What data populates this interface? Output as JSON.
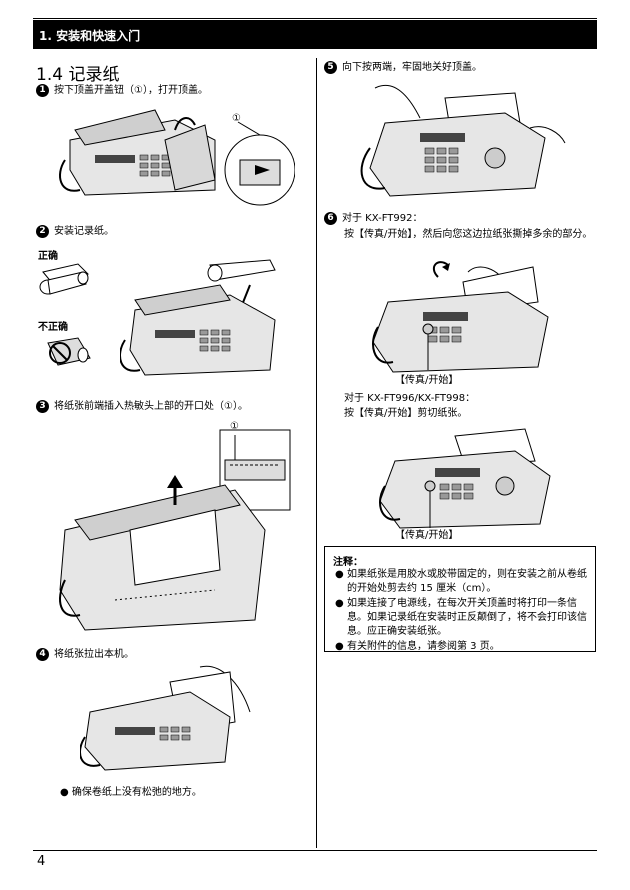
{
  "header": {
    "chapter_title": "1. 安装和快速入门"
  },
  "section": {
    "title": "1.4 记录纸"
  },
  "left": {
    "step1": {
      "num": "1",
      "text": "按下顶盖开盖钮（①），打开顶盖。",
      "callout": "①"
    },
    "step2": {
      "num": "2",
      "text": "安装记录纸。",
      "correct_label": "正确",
      "incorrect_label": "不正确"
    },
    "step3": {
      "num": "3",
      "text": "将纸张前端插入热敏头上部的开口处（①）。",
      "callout": "①"
    },
    "step4": {
      "num": "4",
      "text": "将纸张拉出本机。",
      "bullet": "确保卷纸上没有松弛的地方。"
    }
  },
  "right": {
    "step5": {
      "num": "5",
      "text": "向下按两端，牢固地关好顶盖。"
    },
    "step6": {
      "num": "6",
      "model1": "对于 KX-FT992：",
      "instr1": "按【传真/开始】，然后向您这边拉纸张撕掉多余的部分。",
      "button_label1": "【传真/开始】",
      "model2": "对于 KX-FT996/KX-FT998：",
      "instr2": "按【传真/开始】剪切纸张。",
      "button_label2": "【传真/开始】"
    },
    "note": {
      "title": "注释：",
      "items": [
        "如果纸张是用胶水或胶带固定的，则在安装之前从卷纸的开始处剪去约 15 厘米（cm）。",
        "如果连接了电源线，在每次开关顶盖时将打印一条信息。如果记录纸在安装时正反颠倒了，将不会打印该信息。应正确安装纸张。",
        "有关附件的信息，请参阅第 3 页。"
      ]
    }
  },
  "footer": {
    "page_number": "4"
  }
}
